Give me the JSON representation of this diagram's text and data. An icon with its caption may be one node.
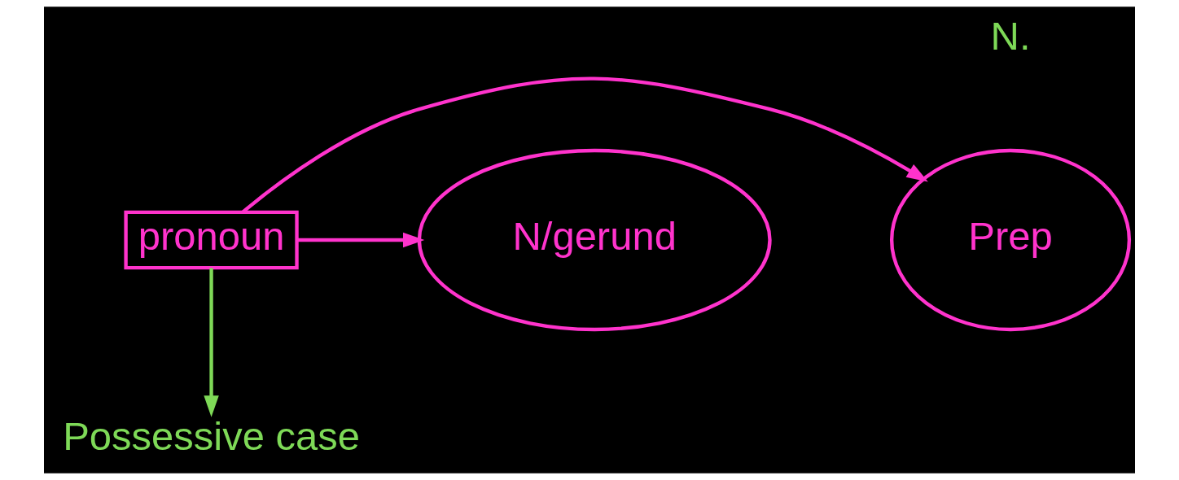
{
  "diagram": {
    "nodes": [
      {
        "text": [
          "Prep"
        ]
      },
      {
        "text": [
          "pronoun"
        ]
      },
      {
        "text": [
          "N/gerund"
        ]
      },
      {
        "text": [
          "Possessive case"
        ]
      }
    ],
    "edges": [
      {
        "from": 1,
        "to": 0,
        "arrow": "to"
      },
      {
        "from": 1,
        "to": 2,
        "arrow": "to"
      },
      {
        "from": 1,
        "to": 3,
        "arrow": "to",
        "color": "#7ed957"
      }
    ],
    "labels": [
      "N."
    ]
  }
}
